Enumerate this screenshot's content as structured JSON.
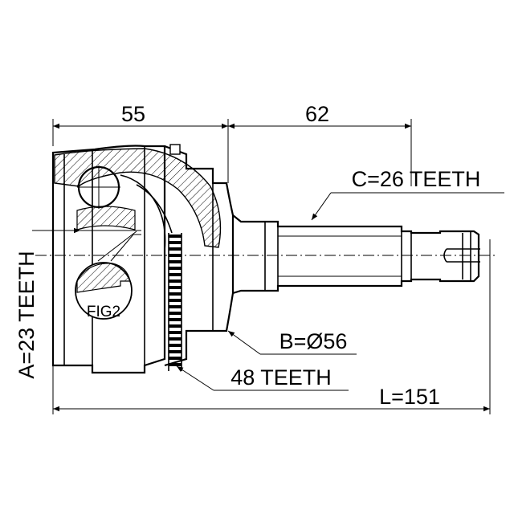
{
  "dimensions": {
    "cup_length": "55",
    "shaft_length": "62",
    "overall_length": "L=151"
  },
  "callouts": {
    "outer_spline": "C=26 TEETH",
    "inner_spline": "A=23 TEETH",
    "seal_diameter": "B=Ø56",
    "abs_ring": "48 TEETH",
    "detail_ref": "FIG2"
  }
}
